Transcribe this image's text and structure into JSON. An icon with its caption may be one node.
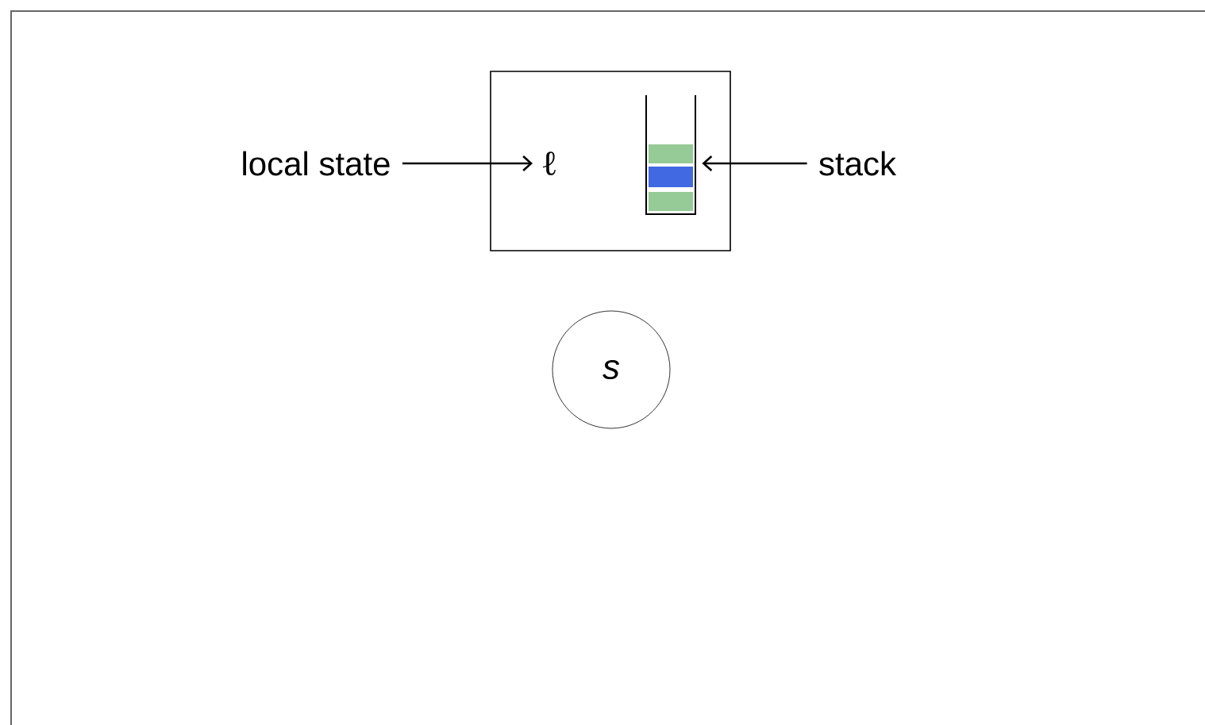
{
  "diagram": {
    "nodes": [
      {
        "text": [],
        "shape": "box"
      },
      {
        "text": [
          "ℓ"
        ],
        "in": 0
      },
      {
        "text": [],
        "shape": "picture",
        "in": 0
      },
      {
        "text": [
          "local state"
        ]
      },
      {
        "text": [
          "stack"
        ]
      },
      {
        "text": [
          "s"
        ]
      }
    ],
    "edges": [
      {
        "from": 3,
        "to": 1,
        "arrow": "to"
      },
      {
        "from": 4,
        "to": 2,
        "arrow": "to"
      }
    ]
  }
}
